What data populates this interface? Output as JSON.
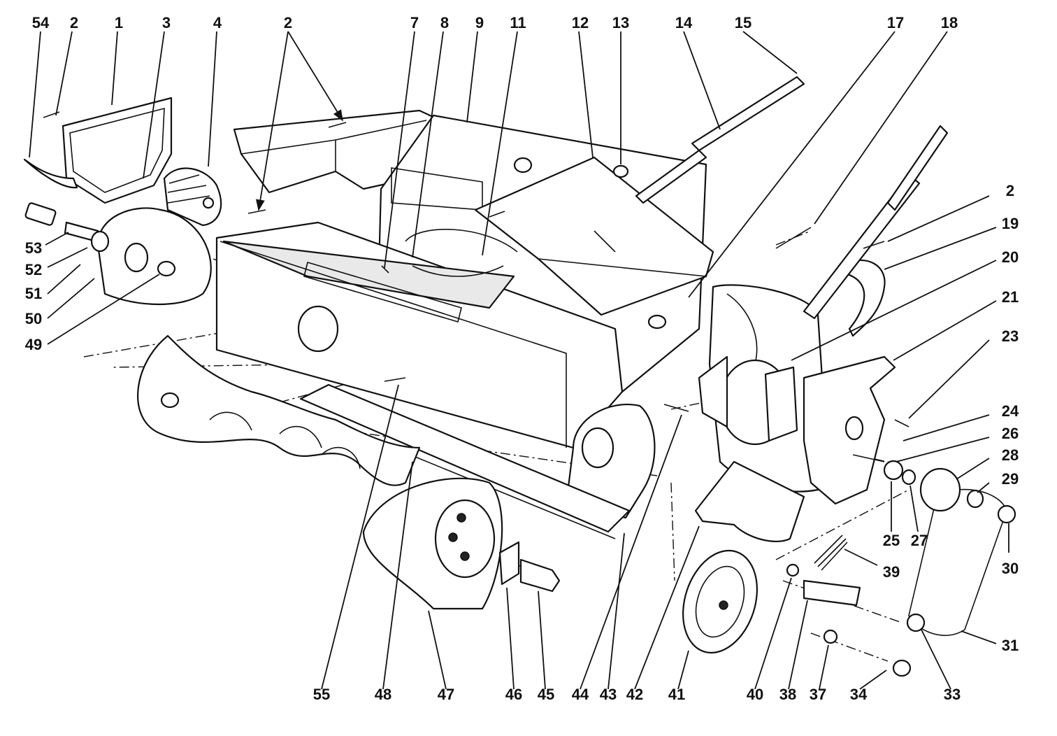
{
  "diagram": {
    "labels": [
      "54",
      "2",
      "1",
      "3",
      "4",
      "2",
      "7",
      "8",
      "9",
      "11",
      "12",
      "13",
      "14",
      "15",
      "17",
      "18",
      "2",
      "19",
      "20",
      "21",
      "23",
      "24",
      "26",
      "28",
      "29",
      "30",
      "25",
      "27",
      "39",
      "31",
      "33",
      "34",
      "37",
      "38",
      "40",
      "41",
      "42",
      "43",
      "44",
      "45",
      "46",
      "47",
      "48",
      "55",
      "53",
      "52",
      "51",
      "50",
      "49"
    ]
  }
}
